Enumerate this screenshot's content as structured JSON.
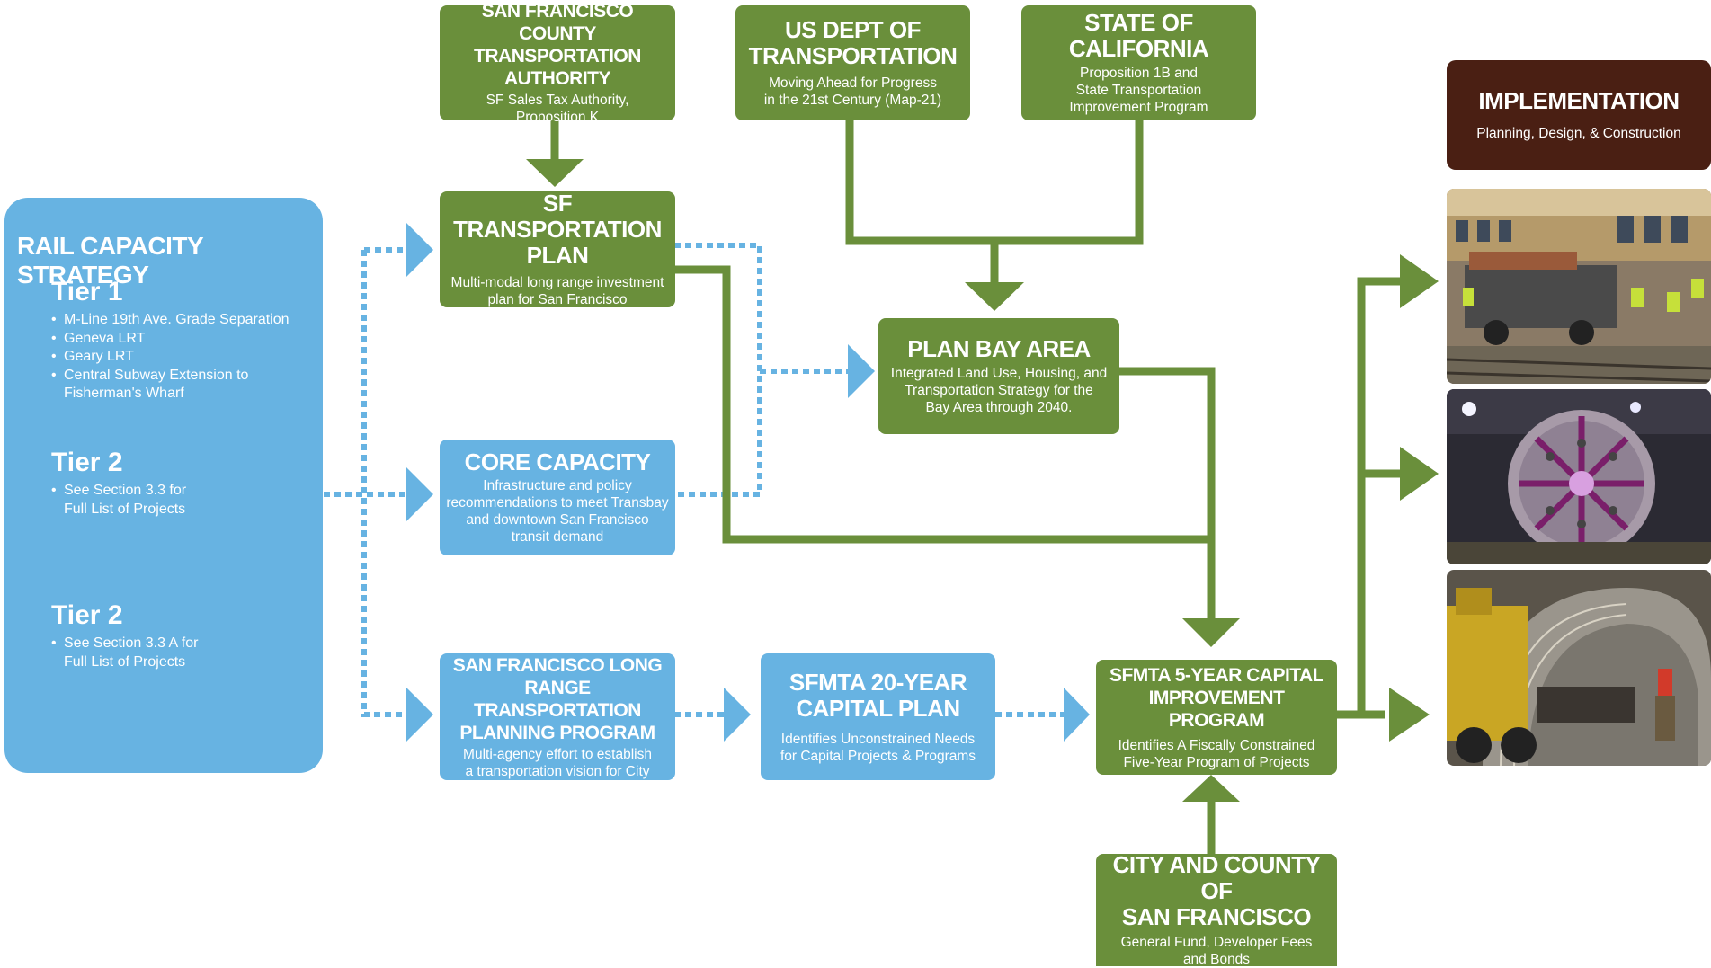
{
  "rail_capacity_strategy": {
    "title": "RAIL CAPACITY STRATEGY",
    "tiers": [
      {
        "name": "Tier 1",
        "items": [
          "M-Line 19th Ave. Grade Separation",
          "Geneva LRT",
          "Geary LRT",
          "Central Subway Extension to\nFisherman's Wharf"
        ]
      },
      {
        "name": "Tier 2",
        "items": [
          "See Section 3.3 for\nFull List of Projects"
        ]
      },
      {
        "name": "Tier 2",
        "items": [
          "See Section 3.3 A for\nFull List of Projects"
        ]
      }
    ]
  },
  "boxes": {
    "sfcta": {
      "title": "SAN FRANCISCO\nCOUNTY TRANSPORTATION\nAUTHORITY",
      "subtitle": "SF Sales Tax Authority,\nProposition K"
    },
    "usdot": {
      "title": "US DEPT OF\nTRANSPORTATION",
      "subtitle": "Moving Ahead for Progress\nin the 21st Century (Map-21)"
    },
    "state_ca": {
      "title": "STATE OF\nCALIFORNIA",
      "subtitle": "Proposition 1B and\nState Transportation\nImprovement Program"
    },
    "implementation": {
      "title": "IMPLEMENTATION",
      "subtitle": "Planning, Design, & Construction"
    },
    "sf_transportation_plan": {
      "title": "SF TRANSPORTATION\nPLAN",
      "subtitle": "Multi-modal long range investment\nplan for San Francisco"
    },
    "plan_bay_area": {
      "title": "PLAN BAY AREA",
      "subtitle": "Integrated Land Use, Housing, and\nTransportation Strategy for the\nBay Area through 2040."
    },
    "core_capacity": {
      "title": "CORE CAPACITY",
      "subtitle": "Infrastructure and policy\nrecommendations to meet Transbay\nand downtown San Francisco\ntransit demand"
    },
    "sf_long_range": {
      "title": "SAN FRANCISCO LONG\nRANGE TRANSPORTATION\nPLANNING PROGRAM",
      "subtitle": "Multi-agency effort to establish\na transportation vision for City"
    },
    "sfmta_20yr": {
      "title": "SFMTA 20-YEAR\nCAPITAL PLAN",
      "subtitle": "Identifies Unconstrained Needs\nfor Capital Projects & Programs"
    },
    "sfmta_5yr": {
      "title": "SFMTA 5-YEAR CAPITAL\nIMPROVEMENT PROGRAM",
      "subtitle": "Identifies A Fiscally Constrained\nFive-Year Program of Projects"
    },
    "city_county": {
      "title": "CITY AND COUNTY OF\nSAN FRANCISCO",
      "subtitle": "General Fund, Developer Fees\nand Bonds"
    }
  },
  "colors": {
    "green": "#6a8f3b",
    "blue": "#67b3e2",
    "brown": "#4a1f13",
    "dotted_connector": "#67b3e2"
  },
  "photos": [
    "construction-crew-photo",
    "tunnel-boring-machine-photo",
    "tunnel-construction-photo"
  ]
}
